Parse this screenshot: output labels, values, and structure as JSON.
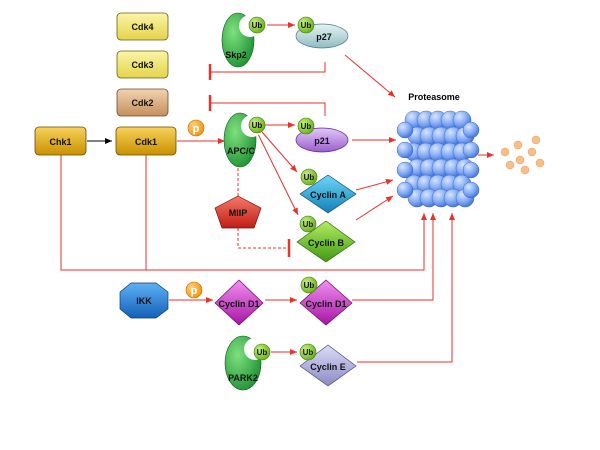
{
  "nodes": {
    "cdk4": "Cdk4",
    "cdk3": "Cdk3",
    "cdk2": "Cdk2",
    "cdk1": "Cdk1",
    "chk1": "Chk1",
    "skp2": "Skp2",
    "apc": "APC/C",
    "p27": "p27",
    "p21": "p21",
    "cyclin_a": "Cyclin A",
    "cyclin_b": "Cyclin B",
    "miip": "MIIP",
    "ikk": "IKK",
    "cyclin_d1_a": "Cyclin D1",
    "cyclin_d1_b": "Cyclin D1",
    "park2": "PARK2",
    "cyclin_e": "Cyclin E",
    "proteasome": "Proteasome"
  },
  "tags": {
    "ub": "Ub",
    "p": "p"
  },
  "colors": {
    "arrow": "#e8322e",
    "inhibit": "#e8322e",
    "ub": "#7cc51a",
    "phospho": "#f5a623",
    "proteasome": "#6f9cf2",
    "peptide": "#f7c08a"
  }
}
